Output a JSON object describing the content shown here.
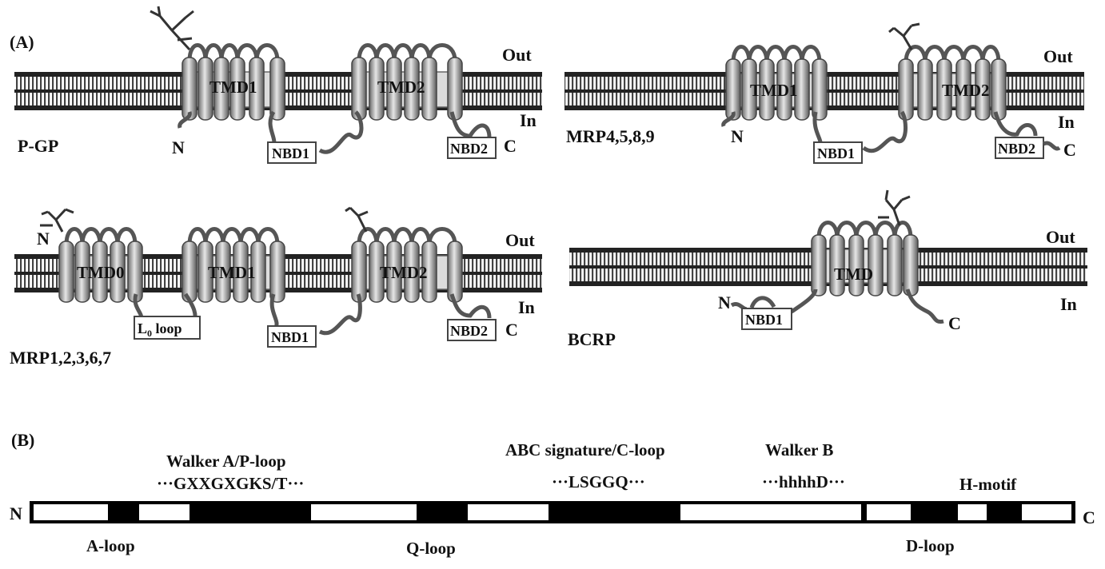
{
  "panel_a": {
    "label": "(A)",
    "diagrams": [
      {
        "id": "pgp",
        "name": "P-GP",
        "out_label": "Out",
        "in_label": "In",
        "n_label": "N",
        "c_label": "C",
        "tmds": [
          "TMD1",
          "TMD2"
        ],
        "nbds": [
          "NBD1",
          "NBD2"
        ]
      },
      {
        "id": "mrp4",
        "name": "MRP4,5,8,9",
        "out_label": "Out",
        "in_label": "In",
        "n_label": "N",
        "c_label": "C",
        "tmds": [
          "TMD1",
          "TMD2"
        ],
        "nbds": [
          "NBD1",
          "NBD2"
        ]
      },
      {
        "id": "mrp1",
        "name": "MRP1,2,3,6,7",
        "out_label": "Out",
        "in_label": "In",
        "n_label": "N",
        "c_label": "C",
        "tmds": [
          "TMD0",
          "TMD1",
          "TMD2"
        ],
        "loop_label": "L",
        "loop_sub": "0",
        "loop_suffix": " loop",
        "nbds": [
          "NBD1",
          "NBD2"
        ]
      },
      {
        "id": "bcrp",
        "name": "BCRP",
        "out_label": "Out",
        "in_label": "In",
        "n_label": "N",
        "c_label": "C",
        "tmds": [
          "TMD"
        ],
        "nbds": [
          "NBD1"
        ]
      }
    ]
  },
  "panel_b": {
    "label": "(B)",
    "n_label": "N",
    "c_label": "C",
    "motifs_top": [
      {
        "name": "Walker A/P-loop",
        "seq": "···GXXGXGKS/T···"
      },
      {
        "name": "ABC signature/C-loop",
        "seq": "···LSGGQ···"
      },
      {
        "name": "Walker B",
        "seq": "···hhhhD···"
      },
      {
        "name": "H-motif",
        "seq": ""
      }
    ],
    "motifs_bottom": [
      "A-loop",
      "Q-loop",
      "D-loop"
    ]
  }
}
